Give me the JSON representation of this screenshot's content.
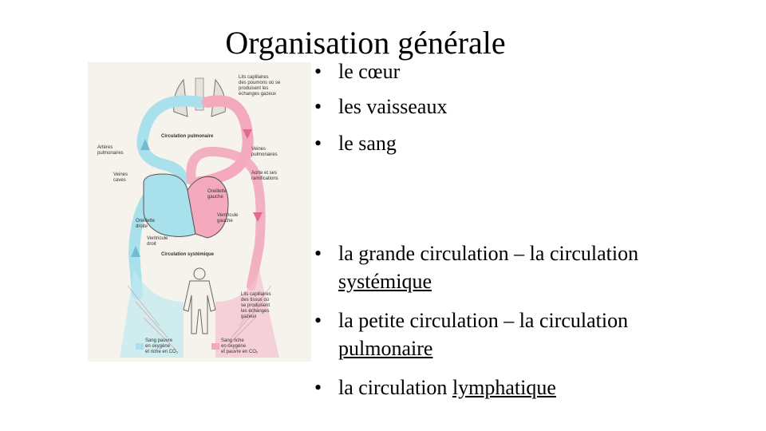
{
  "slide": {
    "title": "Organisation générale",
    "bullets_top": [
      "le cœur",
      "les vaisseaux",
      "le sang"
    ],
    "bullets_bottom": [
      {
        "prefix": "la grande circulation – la circulation ",
        "underlined": "systémique"
      },
      {
        "prefix": "la petite circulation – la circulation ",
        "underlined": "pulmonaire"
      },
      {
        "prefix": "la circulation ",
        "underlined": "lymphatique"
      }
    ]
  },
  "figure": {
    "labels": {
      "capillaires_poumons": [
        "Lits capillaires",
        "des poumons où se",
        "produisent les",
        "échanges gazeux"
      ],
      "circulation_pulmonaire": "Circulation pulmonaire",
      "arteres_pulmonaires": [
        "Artères",
        "pulmonaires"
      ],
      "veines_pulmonaires": [
        "Veines",
        "pulmonaires"
      ],
      "veines_caves": [
        "Veines",
        "caves"
      ],
      "aorte": [
        "Aorte et ses",
        "ramifications"
      ],
      "oreillette_gauche": [
        "Oreillette",
        "gauche"
      ],
      "ventricule_gauche": [
        "Ventricule",
        "gauche"
      ],
      "oreillette_droite": [
        "Oreillette",
        "droite"
      ],
      "ventricule_droit": [
        "Ventricule",
        "droit"
      ],
      "circulation_systemique": "Circulation systémique",
      "capillaires_tissus": [
        "Lits capillaires",
        "des tissus où",
        "se produisent",
        "les échanges",
        "gazeux"
      ],
      "legend_pauvre": [
        "Sang pauvre",
        "en oxygène",
        "et riche en CO₂"
      ],
      "legend_riche": [
        "Sang riche",
        "en oxygène",
        "et pauvre en CO₂"
      ]
    },
    "colors": {
      "deoxygenated": "#a8e0ec",
      "oxygenated": "#f4a9bf",
      "background": "#f6f3ec"
    }
  }
}
